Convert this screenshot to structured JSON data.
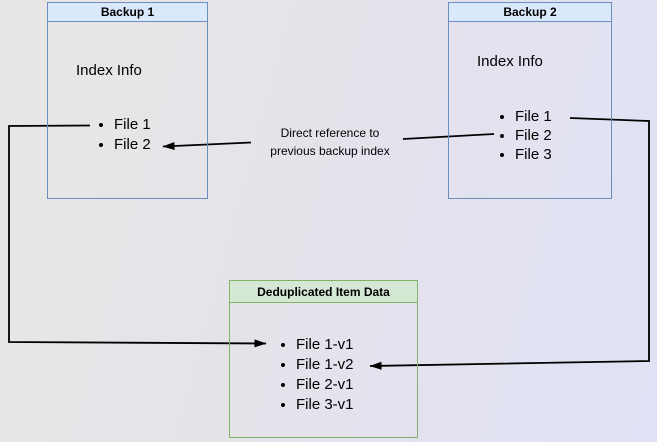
{
  "backup1": {
    "title": "Backup 1",
    "subtitle": "Index Info",
    "items": [
      "File 1",
      "File 2"
    ]
  },
  "backup2": {
    "title": "Backup 2",
    "subtitle": "Index Info",
    "items": [
      "File 1",
      "File 2",
      "File 3"
    ]
  },
  "dedup_box": {
    "title": "Deduplicated Item Data",
    "items": [
      "File 1-v1",
      "File 1-v2",
      "File 2-v1",
      "File 3-v1"
    ]
  },
  "edge_label": {
    "line1": "Direct reference to",
    "line2": "previous backup index"
  },
  "colors": {
    "backup_header_fill": "#dae8fc",
    "backup_border": "#6c8ebf",
    "dedup_header_fill": "#d5e8d4",
    "dedup_border": "#82b366",
    "connector": "#000000",
    "background_start": "#e8e6e4",
    "background_end": "#dfe1f6"
  }
}
